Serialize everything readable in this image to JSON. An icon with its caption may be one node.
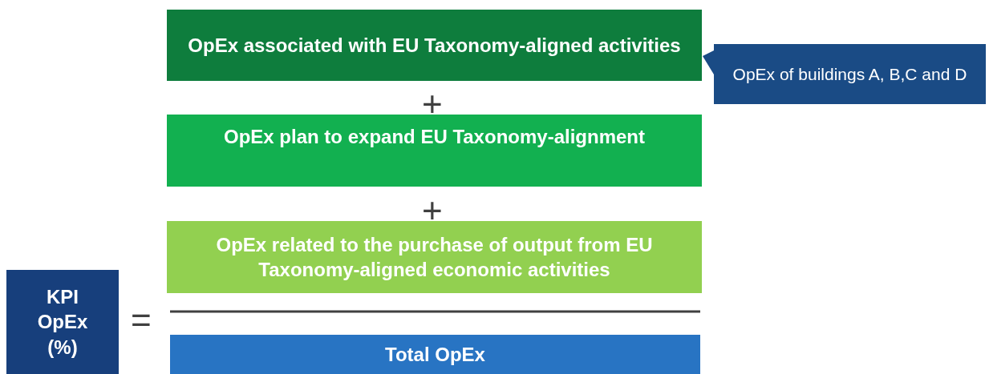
{
  "diagram": {
    "nodes": [
      {
        "text": [
          "OpEx associated with EU Taxonomy-aligned activities"
        ]
      },
      {
        "text": [
          "OpEx plan to expand EU Taxonomy-alignment"
        ]
      },
      {
        "text": [
          "OpEx related to the purchase of output from EU Taxonomy-aligned economic activities"
        ]
      },
      {
        "text": [
          "Total OpEx"
        ]
      },
      {
        "text": [
          "KPI OpEx (%)"
        ]
      },
      {
        "text": [
          "OpEx of buildings A, B,C and D"
        ]
      }
    ],
    "edges": [
      {
        "from": 5,
        "to": 0,
        "arrow": "to",
        "color": "#1a4b85"
      }
    ],
    "labels": [
      "+",
      "+",
      "="
    ]
  }
}
